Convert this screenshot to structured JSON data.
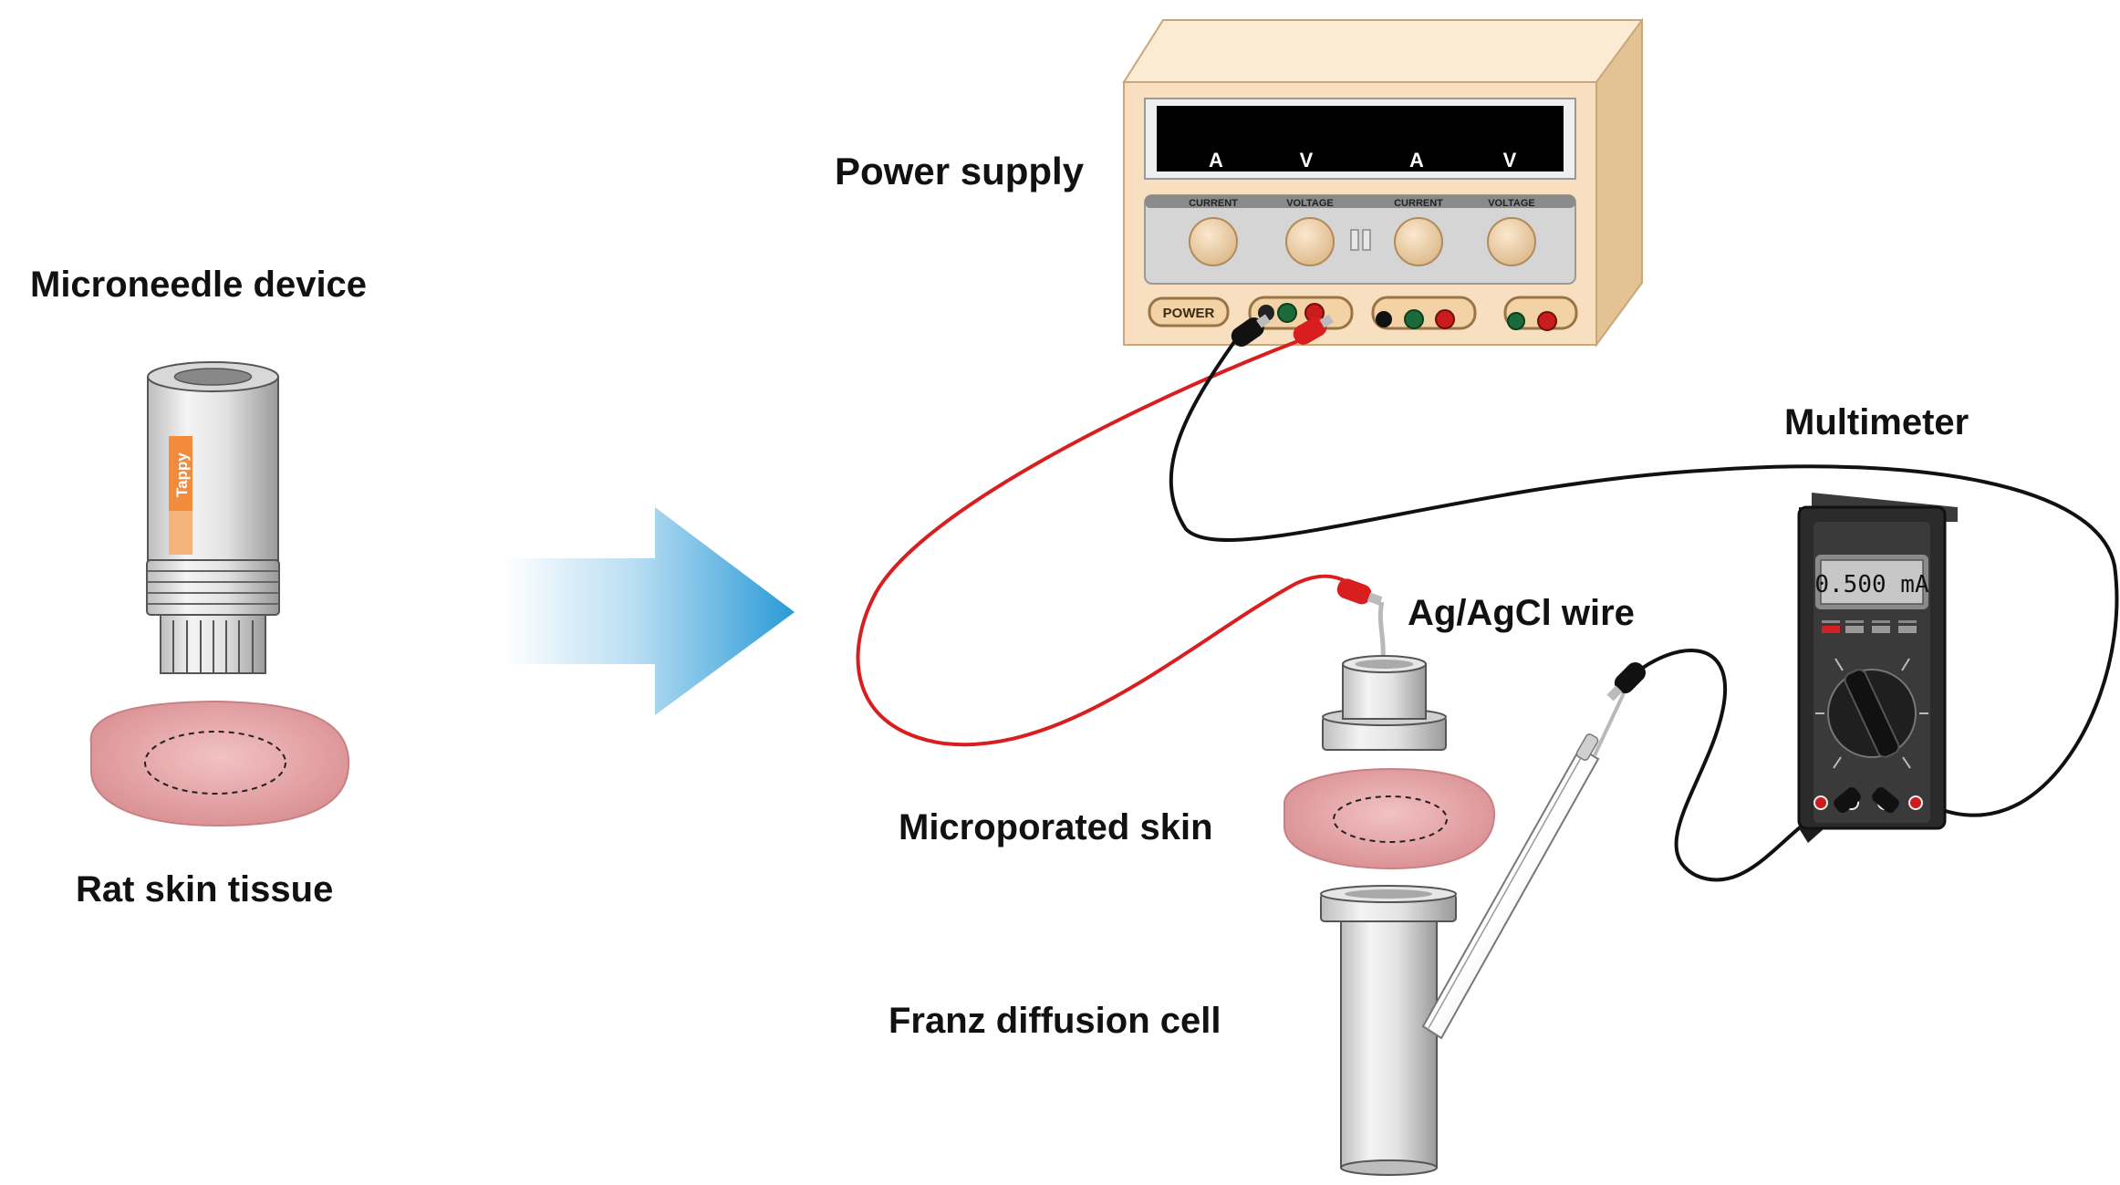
{
  "labels": {
    "microneedle_device": "Microneedle device",
    "rat_skin_tissue": "Rat skin tissue",
    "power_supply": "Power supply",
    "multimeter": "Multimeter",
    "ag_agcl_wire": "Ag/AgCl wire",
    "microporated_skin": "Microporated skin",
    "franz_diffusion_cell": "Franz diffusion cell"
  },
  "microneedle": {
    "brand": "Tappy"
  },
  "power_supply": {
    "display_units": [
      "A",
      "V",
      "A",
      "V"
    ],
    "knob_labels": [
      "CURRENT",
      "VOLTAGE",
      "CURRENT",
      "VOLTAGE"
    ],
    "power_button": "POWER"
  },
  "multimeter": {
    "reading": "0.500 mA"
  },
  "colors": {
    "arrow": "#2a9ad6",
    "red_lead": "#d81e1e",
    "black_lead": "#111111",
    "skin": "#e5a4a6",
    "power_supply_body": "#f7dfbf"
  }
}
